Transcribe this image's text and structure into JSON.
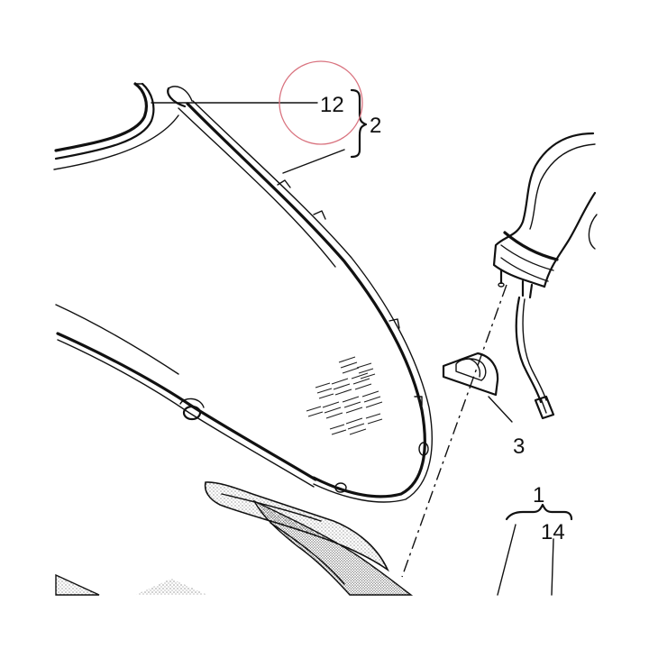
{
  "callouts": {
    "c12": "12",
    "c2": "2",
    "c3": "3",
    "c1": "1",
    "c14": "14"
  },
  "colors": {
    "line": "#111111",
    "highlight_circle": "#d9737f",
    "background": "#ffffff"
  }
}
